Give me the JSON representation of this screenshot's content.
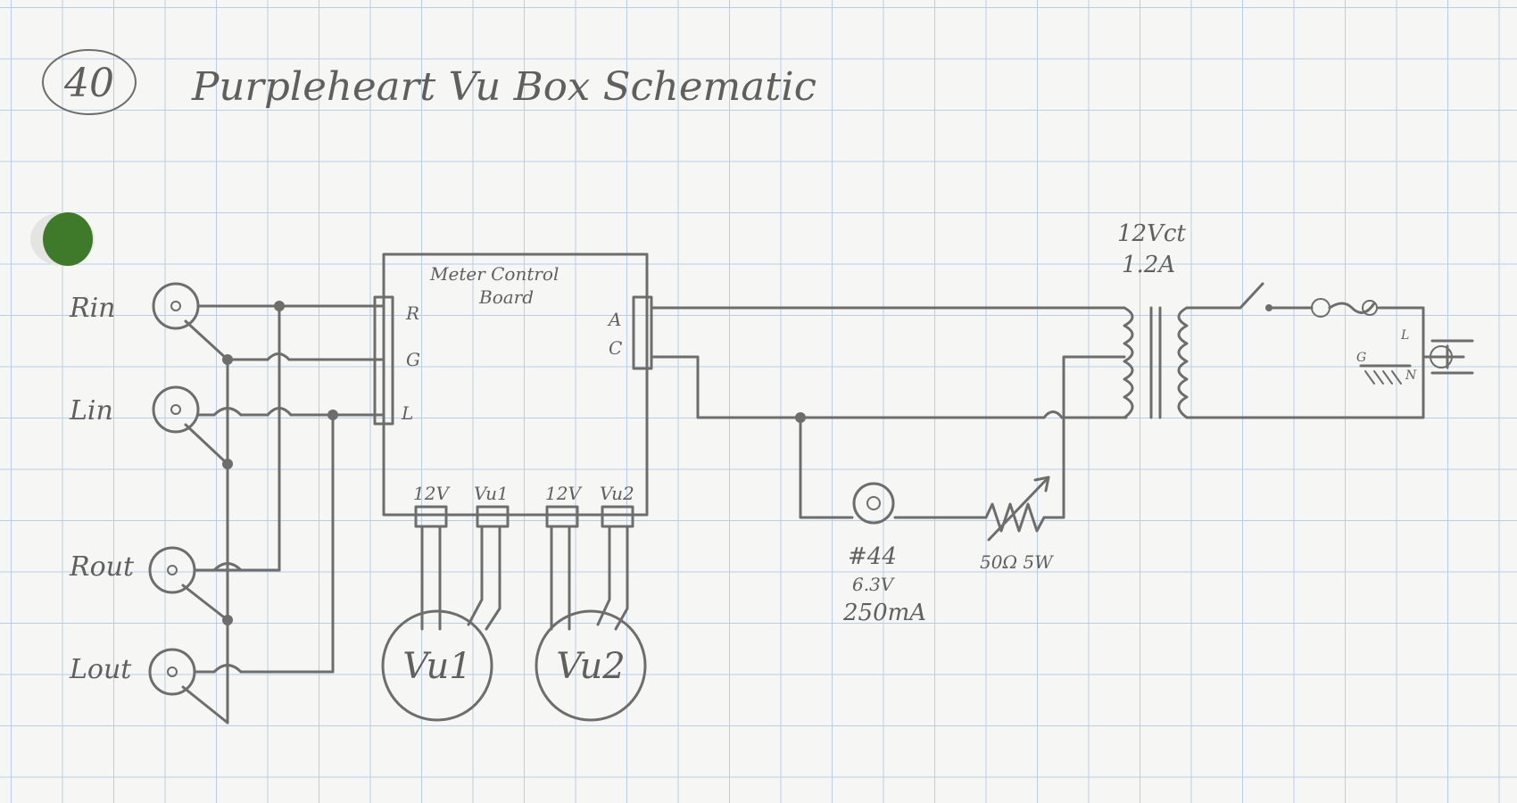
{
  "page": {
    "number": "40",
    "title": "Purpleheart Vu Box Schematic"
  },
  "jacks": {
    "r_in": "Rin",
    "l_in": "Lin",
    "r_out": "Rout",
    "l_out": "Lout"
  },
  "board": {
    "label_line1": "Meter Control",
    "label_line2": "Board",
    "pin_r": "R",
    "pin_g": "G",
    "pin_l": "L",
    "pin_a": "A",
    "pin_c": "C",
    "conn_12v_a": "12V",
    "conn_vu1": "Vu1",
    "conn_12v_b": "12V",
    "conn_vu2": "Vu2"
  },
  "meters": {
    "vu1": "Vu1",
    "vu2": "Vu2"
  },
  "lamp": {
    "name": "#44",
    "voltage": "6.3V",
    "current": "250mA"
  },
  "rheostat": {
    "rating": "50Ω 5W"
  },
  "transformer": {
    "voltage": "12Vct",
    "current": "1.2A"
  },
  "mains_plug": {
    "pin_g": "G",
    "pin_l": "L",
    "pin_n": "N"
  },
  "colors": {
    "pencil": "#6d6d6d",
    "grid": "#b9cde6",
    "paper": "#f6f7f4",
    "punch_hole": "#3f7a2a"
  }
}
